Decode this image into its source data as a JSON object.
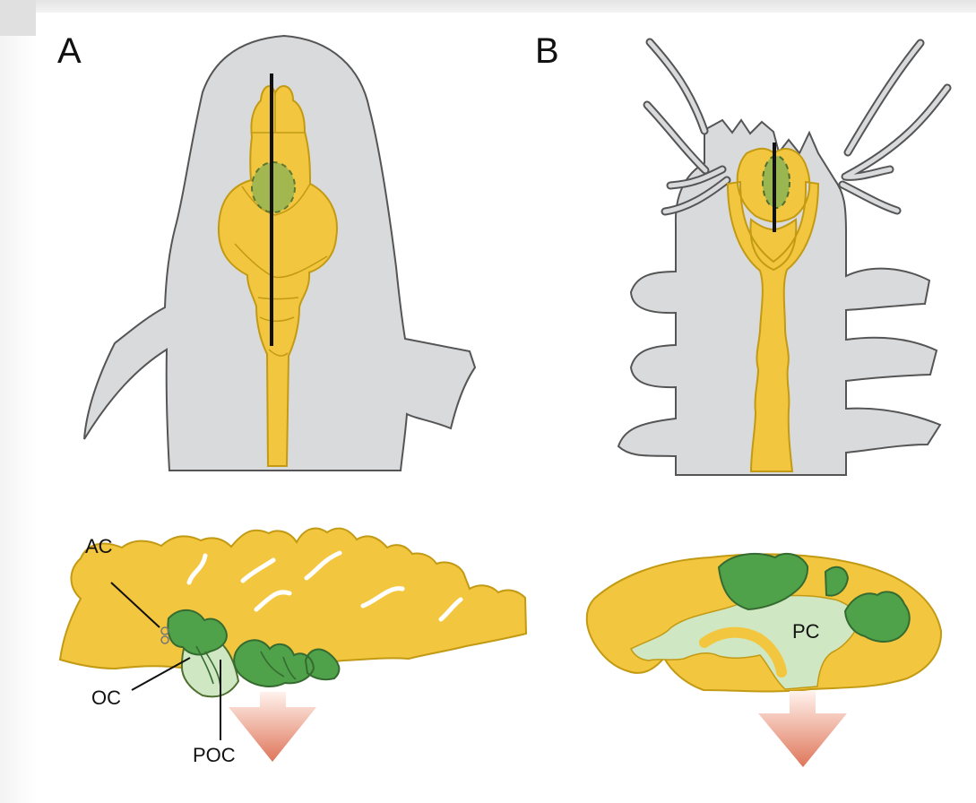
{
  "figure": {
    "panel_a": {
      "letter": "A",
      "labels": {
        "ac": "AC",
        "oc": "OC",
        "poc": "POC"
      }
    },
    "panel_b": {
      "letter": "B",
      "labels": {
        "pc": "PC"
      }
    }
  },
  "colors": {
    "body": "#d9dadc",
    "nervous_tissue": "#f3c63f",
    "green_region": "#4fa24a",
    "light_green_region": "#cfe8c3",
    "outline": "#555555",
    "arrow_top": "#fde7df",
    "arrow_bottom": "#e17c61"
  }
}
